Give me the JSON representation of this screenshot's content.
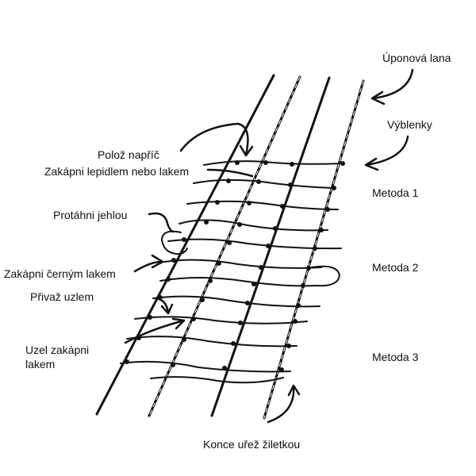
{
  "labels": {
    "warp_cords": "Úponová lana",
    "splits": "Výblenky",
    "lay_across": "Polož napříč",
    "glue_with_adhesive": "Zakápni lepidlem nebo lakem",
    "method_1": "Metoda 1",
    "thread_with_needle": "Protáhni jehlou",
    "drip_black_lacquer": "Zakápni černým lakem",
    "method_2": "Metoda 2",
    "tie_with_knot": "Přivaž uzlem",
    "knot_drip_lacquer_line1": "Uzel zakápni",
    "knot_drip_lacquer_line2": "lakem",
    "method_3": "Metoda 3",
    "trim_ends": "Konce uřež žiletkou"
  },
  "colors": {
    "ink": "#111111",
    "background": "#ffffff"
  }
}
